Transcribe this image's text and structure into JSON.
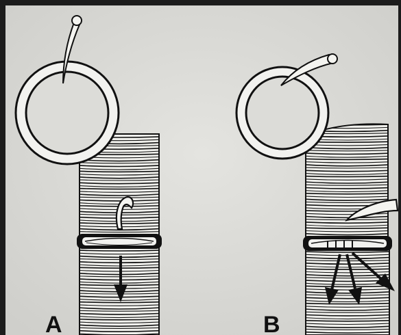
{
  "figure": {
    "panels": [
      {
        "label": "A",
        "description_icon": "ring-with-needle-and-bowel-segment-straight-arrow"
      },
      {
        "label": "B",
        "description_icon": "ring-with-needle-and-bowel-segment-diverging-arrows"
      }
    ]
  },
  "colors": {
    "frame": "#1c1c1c",
    "paper": "#dcdcd8",
    "ink": "#111111",
    "ring_fill": "#f2f2ef",
    "needle_fill": "#f4f4f0"
  }
}
